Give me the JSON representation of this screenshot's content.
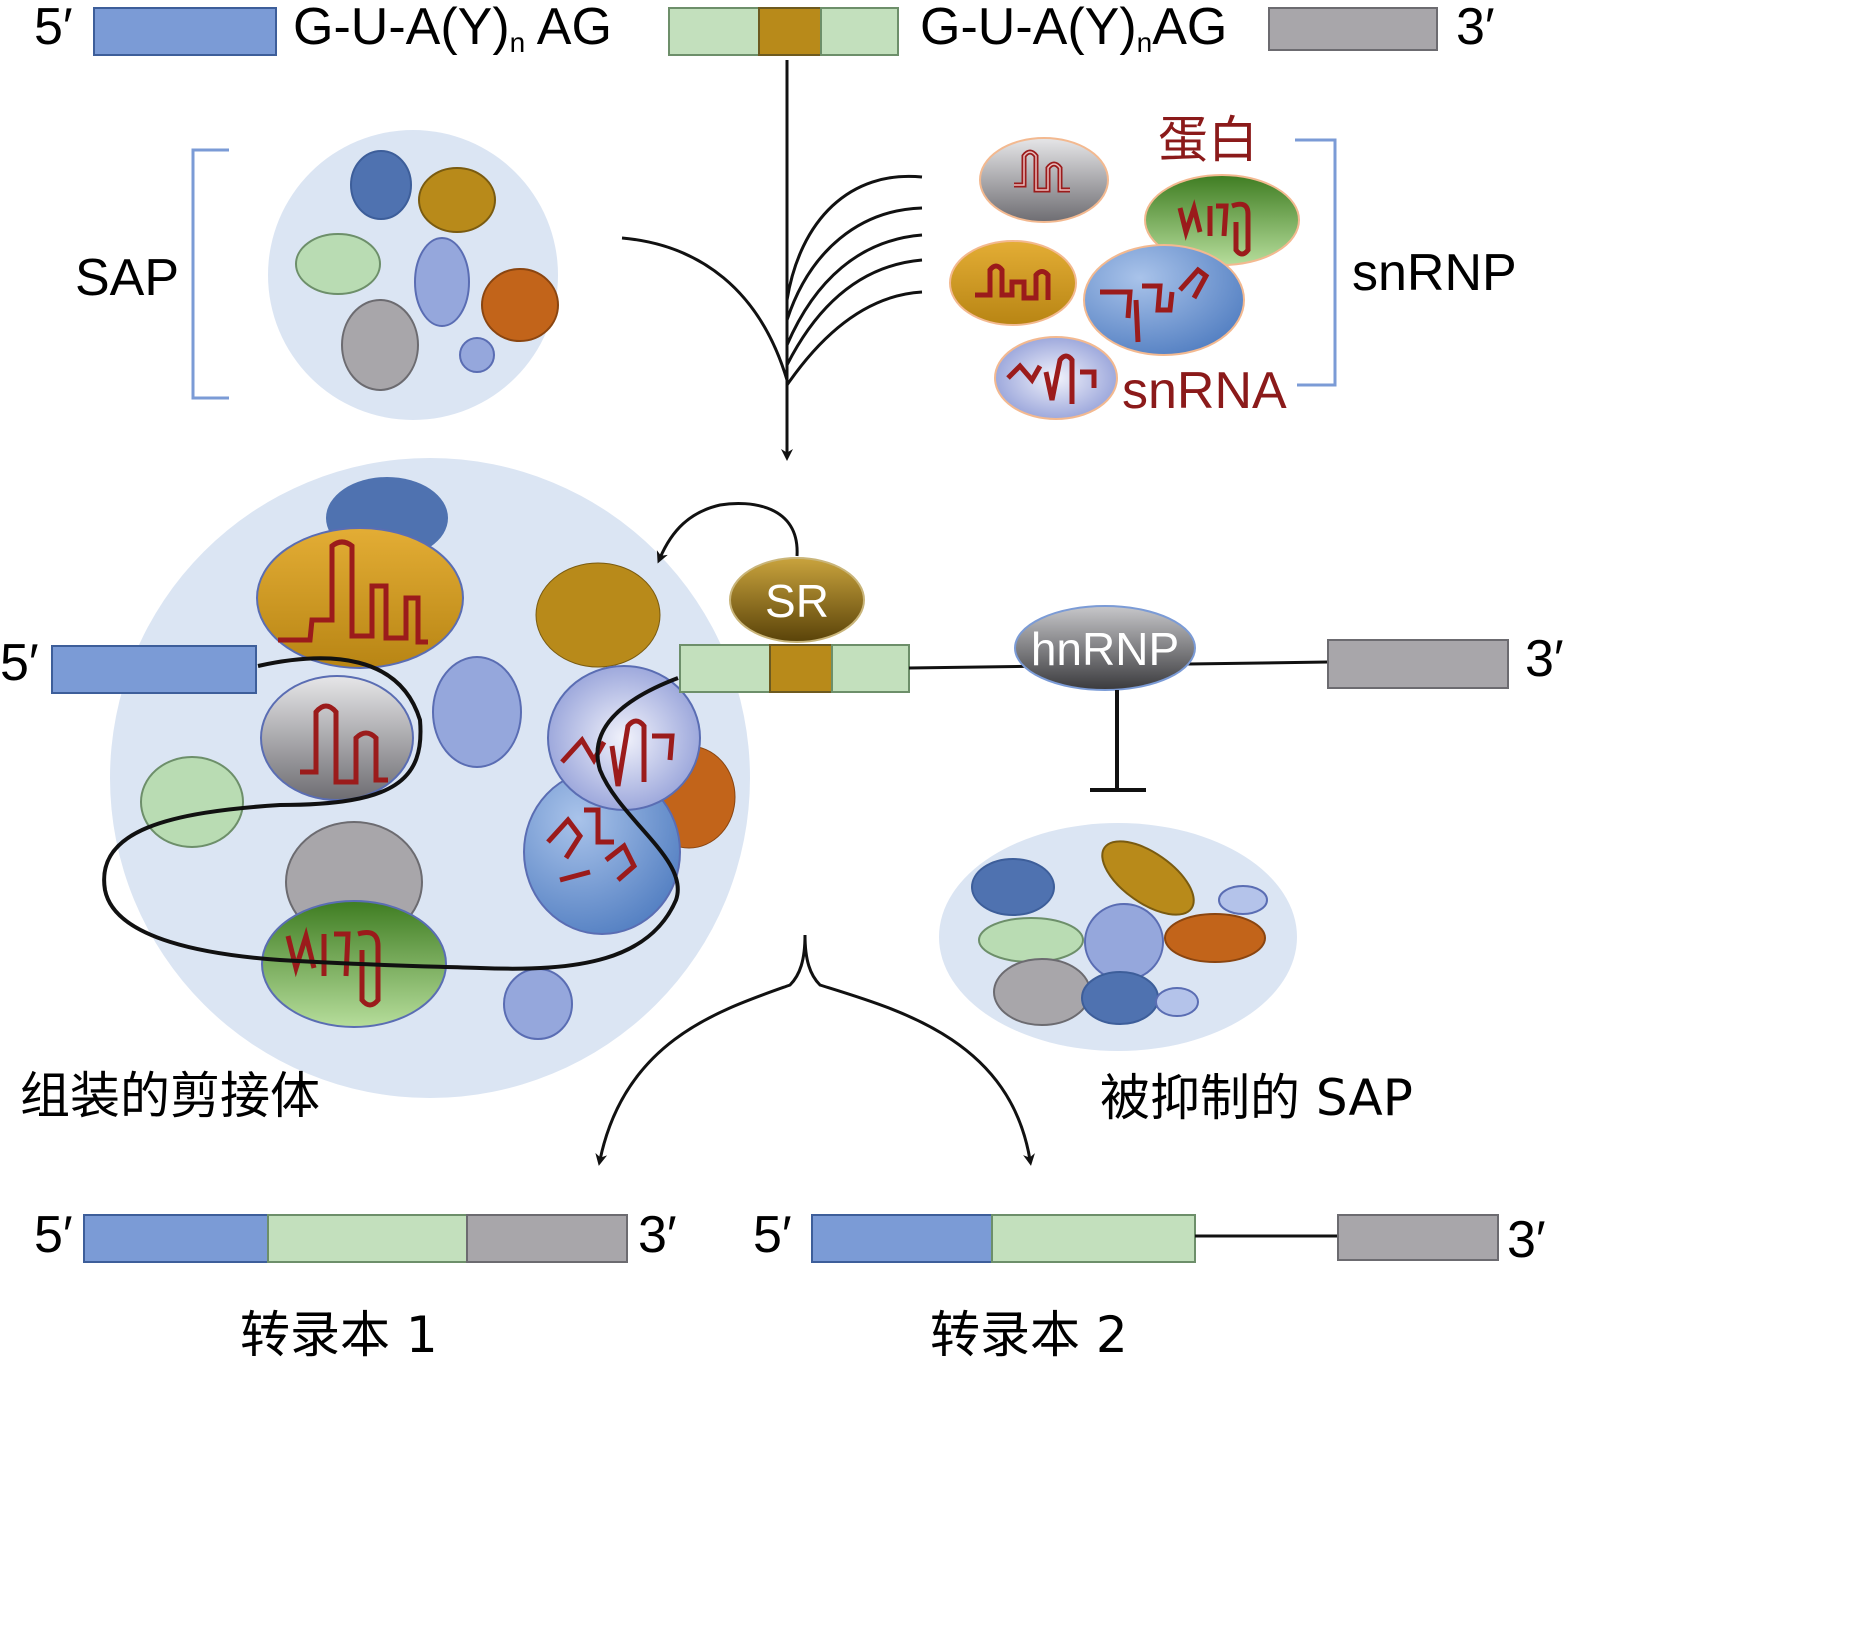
{
  "colors": {
    "exon_blue": "#7b9bd6",
    "exon_light_green": "#c3e0bd",
    "exon_gold": "#b88a1a",
    "exon_gray": "#a8a6aa",
    "complex_bg": "#dbe5f3",
    "rna_red": "#9b1b1b"
  },
  "top_pre_mrna": {
    "five_prime": "5′",
    "three_prime": "3′",
    "intron1": {
      "pre": "G-U-A(Y)",
      "sub": "n",
      "post": " AG"
    },
    "intron2": {
      "pre": "G-U-A(Y)",
      "sub": "n",
      "post": "AG"
    }
  },
  "sap_label": "SAP",
  "snrnp_label": "snRNP",
  "protein_label": "蛋白",
  "snrna_label": "snRNA",
  "sr_label": "SR",
  "hnrnp_label": "hnRNP",
  "middle_strand": {
    "five_prime": "5′",
    "three_prime": "3′"
  },
  "spliceosome_caption": "组装的剪接体",
  "repressed_sap_caption": "被抑制的 SAP",
  "transcript1": {
    "five_prime": "5′",
    "three_prime": "3′",
    "caption": "转录本 1"
  },
  "transcript2": {
    "five_prime": "5′",
    "three_prime": "3′",
    "caption": "转录本 2"
  }
}
